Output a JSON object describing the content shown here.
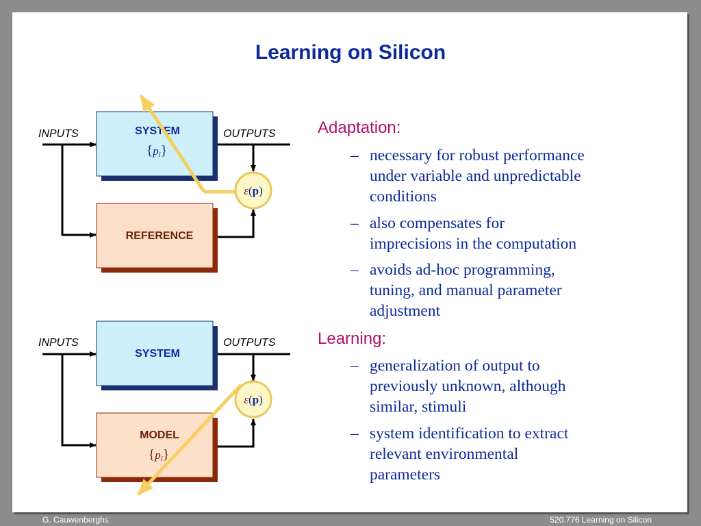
{
  "slide": {
    "title": "Learning on Silicon",
    "footer_left": "G. Cauwenberghs",
    "footer_right": "520.776 Learning on Silicon"
  },
  "diagram_top": {
    "inputs_label": "INPUTS",
    "outputs_label": "OUTPUTS",
    "system_label": "SYSTEM",
    "system_param": "p",
    "system_param_sub": "i",
    "reference_label": "REFERENCE",
    "error_symbol": "ε",
    "error_arg": "p"
  },
  "diagram_bottom": {
    "inputs_label": "INPUTS",
    "outputs_label": "OUTPUTS",
    "system_label": "SYSTEM",
    "model_label": "MODEL",
    "model_param": "p",
    "model_param_sub": "i",
    "error_symbol": "ε",
    "error_arg": "p"
  },
  "content": {
    "adaptation_heading": "Adaptation:",
    "adaptation_items": [
      "necessary for robust performance\nunder variable and unpredictable\nconditions",
      "also compensates for\nimprecisions in the computation",
      "avoids ad-hoc programming,\ntuning, and manual parameter\nadjustment"
    ],
    "learning_heading": "Learning:",
    "learning_items": [
      "generalization of output to\npreviously unknown, although\nsimilar, stimuli",
      "system identification to extract\nrelevant environmental\nparameters"
    ],
    "dash": "–"
  },
  "colors": {
    "title": "#0d2a99",
    "heading": "#b0106a",
    "system_fill": "#cdf0fb",
    "system_shadow": "#1a2f6e",
    "reference_fill": "#fde0c9",
    "reference_shadow": "#8a2a0a",
    "circle_fill": "#fdf7c8",
    "circle_stroke": "#e8c85a",
    "learning_arrow": "#f5cf60"
  }
}
